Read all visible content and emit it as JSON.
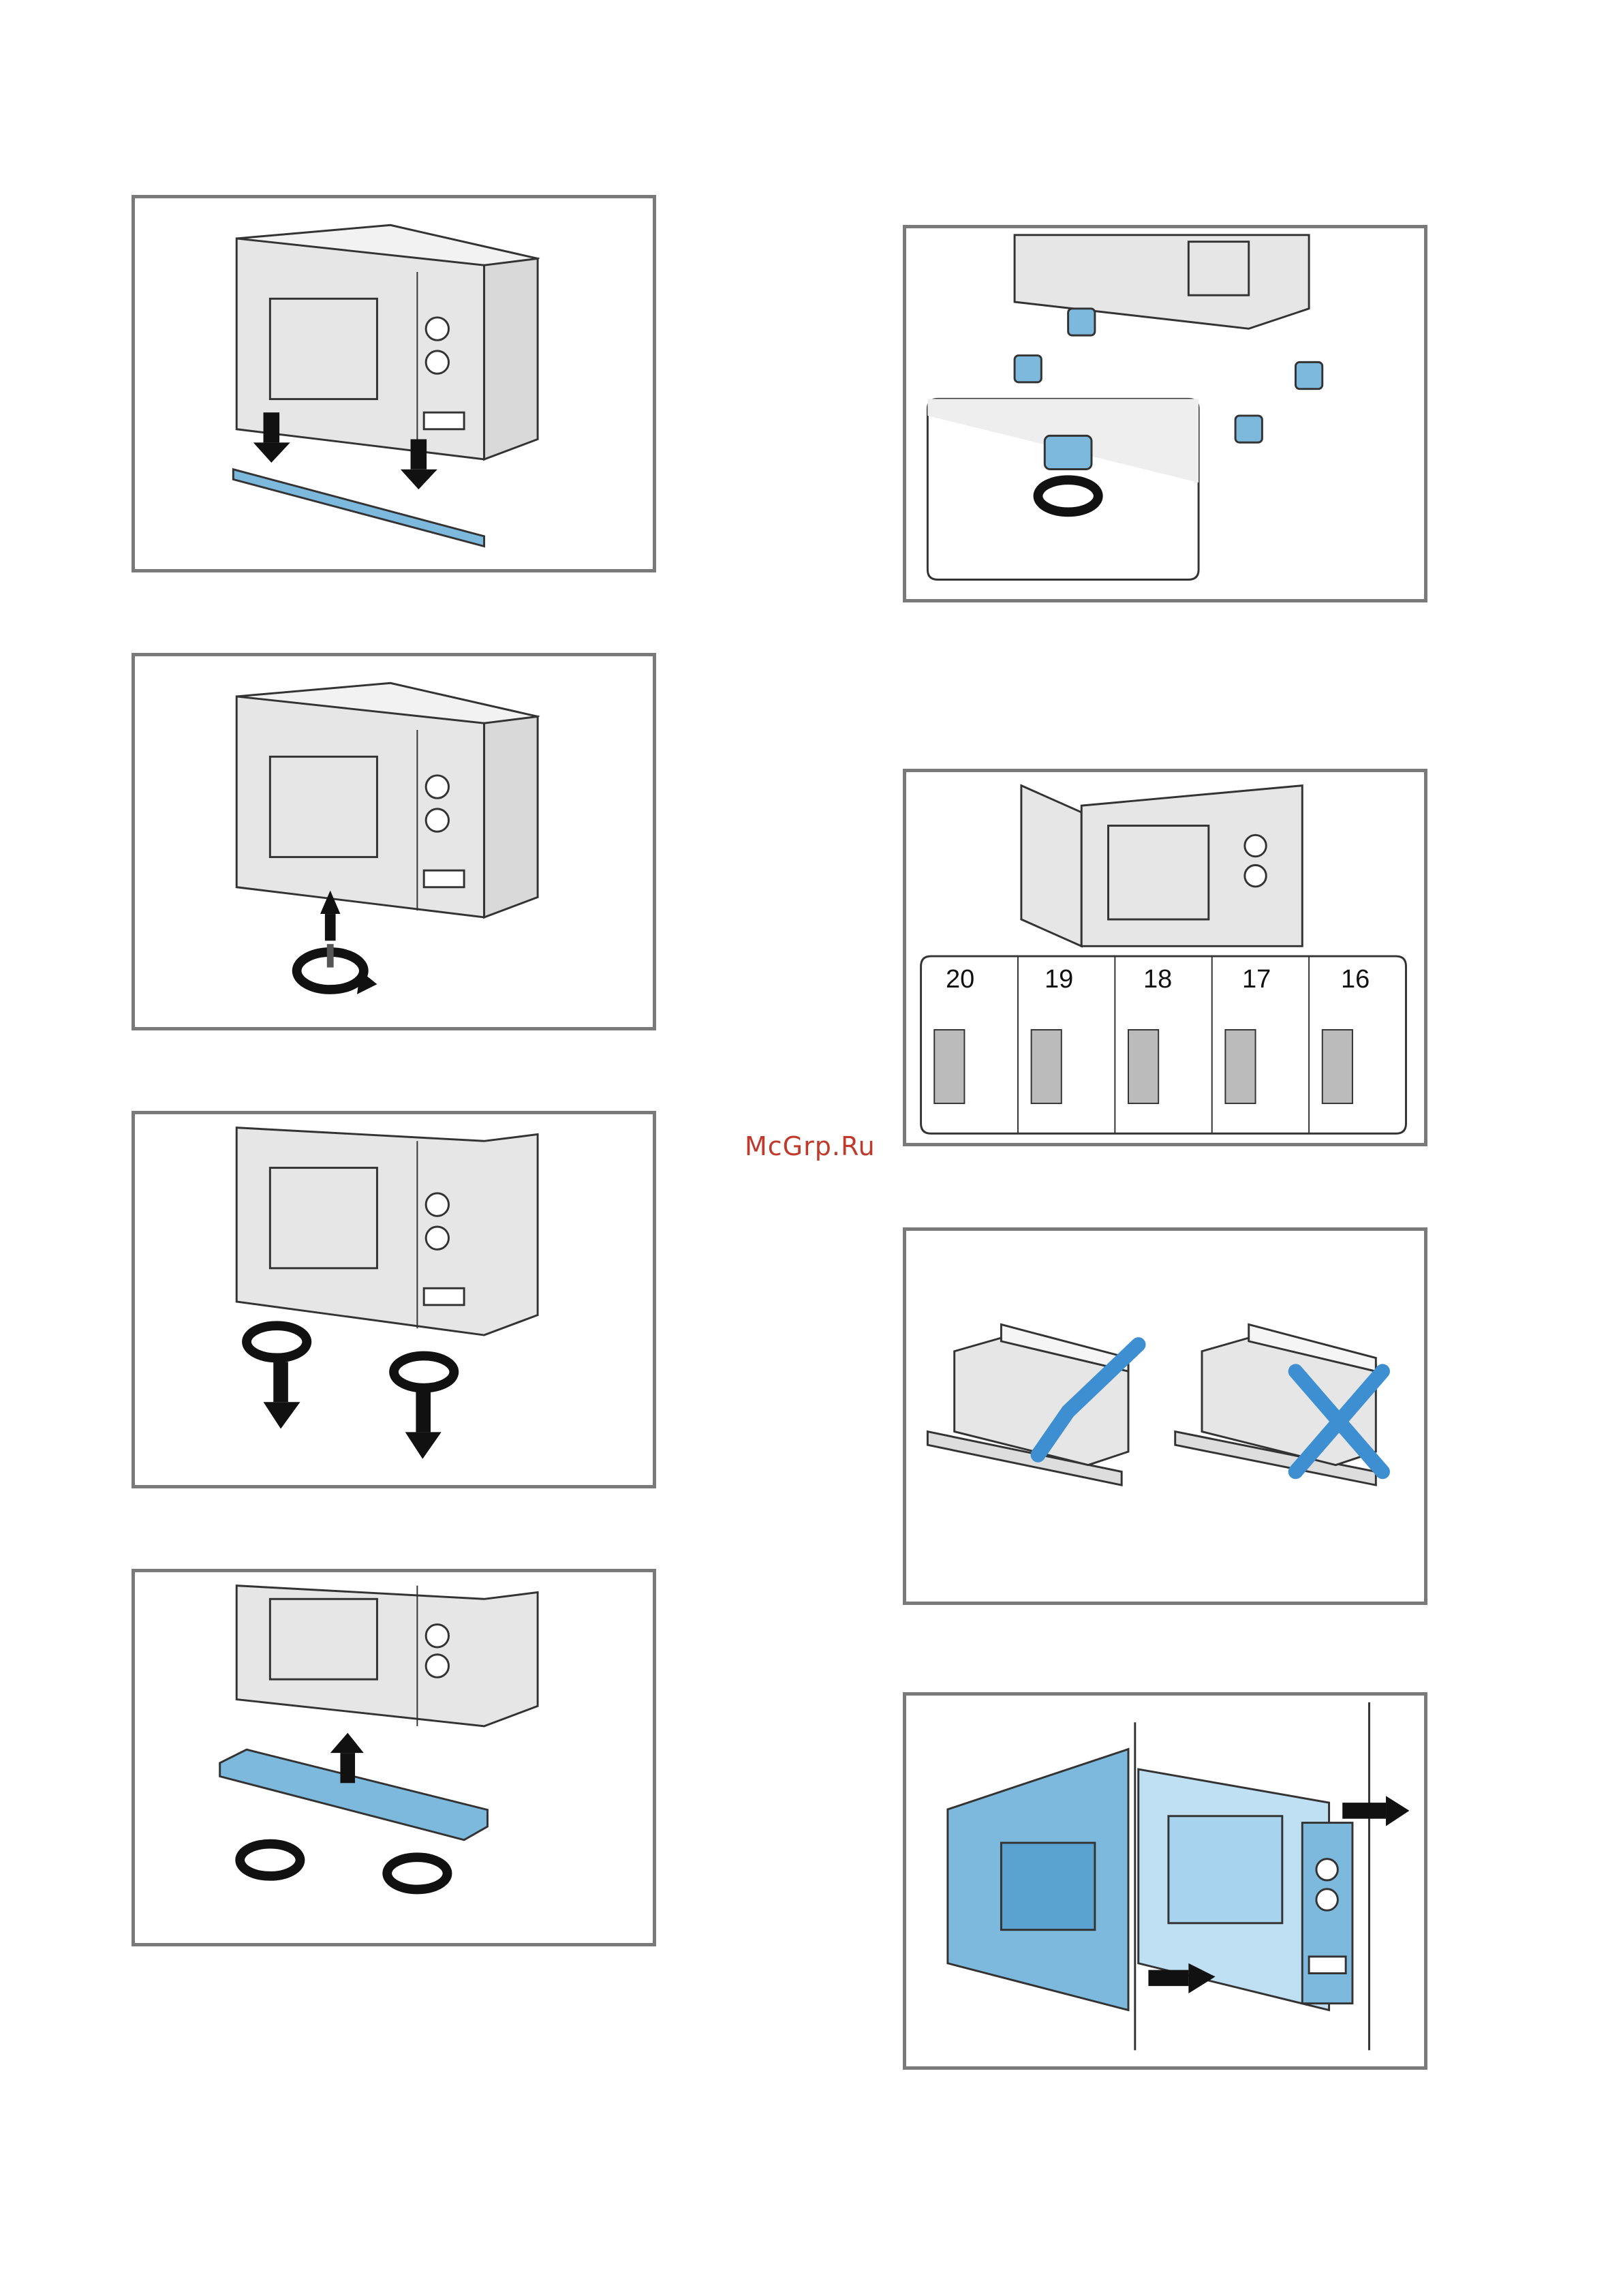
{
  "watermark": "McGrp.Ru",
  "spacer_gauge": {
    "labels": [
      "20",
      "19",
      "18",
      "17",
      "16"
    ]
  },
  "colors": {
    "panel_border": "#7a7a7a",
    "accent_blue": "#7db9dd",
    "appliance_gray": "#e6e6e6",
    "check_blue": "#3d8fd1",
    "watermark_red": "#c0392b"
  },
  "figures": [
    {
      "id": "fig-1",
      "icon": "mount-trim-strip-icon"
    },
    {
      "id": "fig-2",
      "icon": "screw-in-fixing-icon"
    },
    {
      "id": "fig-3",
      "icon": "unscrew-fixing-icon"
    },
    {
      "id": "fig-4",
      "icon": "attach-base-strip-icon"
    },
    {
      "id": "fig-5",
      "icon": "insert-feet-icon"
    },
    {
      "id": "fig-6",
      "icon": "spacer-gauge-icon"
    },
    {
      "id": "fig-7",
      "icon": "correct-vs-wrong-cable-icon"
    },
    {
      "id": "fig-8",
      "icon": "push-into-niche-icon"
    }
  ]
}
